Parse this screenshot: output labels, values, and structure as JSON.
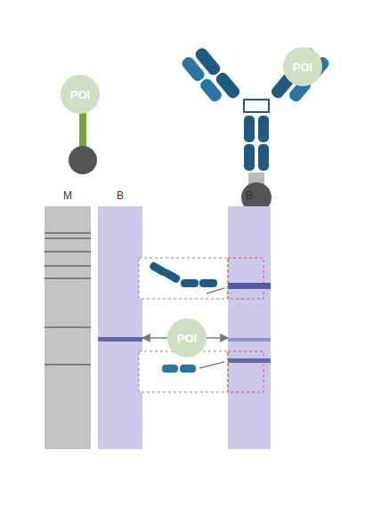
{
  "diagram": {
    "nodes": [
      {
        "text": [
          "POI"
        ]
      },
      {
        "text": [
          "POI"
        ]
      },
      {
        "text": [
          "M"
        ]
      },
      {
        "text": [
          "B"
        ]
      },
      {
        "text": [
          "B"
        ]
      },
      {
        "text": [
          "POI"
        ]
      }
    ],
    "edges": [
      {
        "from": 5,
        "to": 3,
        "arrow": "to"
      },
      {
        "from": 5,
        "to": 4,
        "arrow": "to"
      }
    ]
  }
}
